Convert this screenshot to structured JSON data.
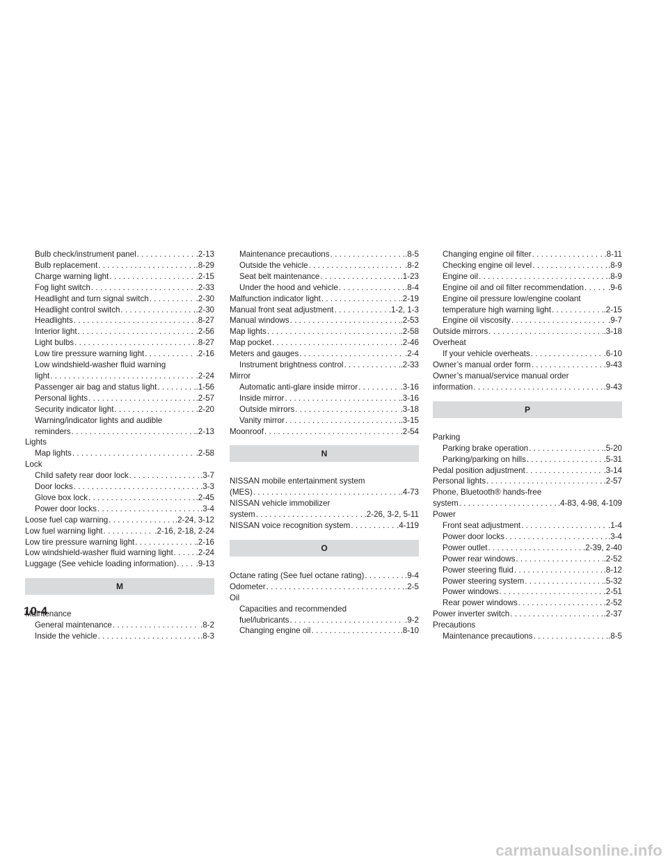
{
  "columns": [
    [
      {
        "t": "e",
        "i": 1,
        "l": "Bulb check/instrument panel",
        "p": ".2-13"
      },
      {
        "t": "e",
        "i": 1,
        "l": "Bulb replacement",
        "p": ".8-29"
      },
      {
        "t": "e",
        "i": 1,
        "l": "Charge warning light",
        "p": ".2-15"
      },
      {
        "t": "e",
        "i": 1,
        "l": "Fog light switch",
        "p": ".2-33"
      },
      {
        "t": "e",
        "i": 1,
        "l": "Headlight and turn signal switch",
        "p": ".2-30"
      },
      {
        "t": "e",
        "i": 1,
        "l": "Headlight control switch",
        "p": ".2-30"
      },
      {
        "t": "e",
        "i": 1,
        "l": "Headlights",
        "p": ".8-27"
      },
      {
        "t": "e",
        "i": 1,
        "l": "Interior light",
        "p": ".2-56"
      },
      {
        "t": "e",
        "i": 1,
        "l": "Light bulbs",
        "p": ".8-27"
      },
      {
        "t": "e",
        "i": 1,
        "l": "Low tire pressure warning light",
        "p": ".2-16"
      },
      {
        "t": "e",
        "i": 1,
        "l": "Low windshield-washer fluid warning"
      },
      {
        "t": "e",
        "i": 1,
        "l": "light",
        "p": ".2-24"
      },
      {
        "t": "e",
        "i": 1,
        "l": "Passenger air bag and status light",
        "p": ".1-56"
      },
      {
        "t": "e",
        "i": 1,
        "l": "Personal lights",
        "p": ".2-57"
      },
      {
        "t": "e",
        "i": 1,
        "l": "Security indicator light",
        "p": ".2-20"
      },
      {
        "t": "e",
        "i": 1,
        "l": "Warning/indicator lights and audible"
      },
      {
        "t": "e",
        "i": 1,
        "l": "reminders",
        "p": ".2-13"
      },
      {
        "t": "e",
        "i": 0,
        "l": "Lights"
      },
      {
        "t": "e",
        "i": 1,
        "l": "Map lights",
        "p": ".2-58"
      },
      {
        "t": "e",
        "i": 0,
        "l": "Lock"
      },
      {
        "t": "e",
        "i": 1,
        "l": "Child safety rear door lock",
        "p": ".3-7"
      },
      {
        "t": "e",
        "i": 1,
        "l": "Door locks",
        "p": ".3-3"
      },
      {
        "t": "e",
        "i": 1,
        "l": "Glove box lock",
        "p": ".2-45"
      },
      {
        "t": "e",
        "i": 1,
        "l": "Power door locks",
        "p": ".3-4"
      },
      {
        "t": "e",
        "i": 0,
        "l": "Loose fuel cap warning",
        "p": ".2-24, 3-12"
      },
      {
        "t": "e",
        "i": 0,
        "l": "Low fuel warning light",
        "p": ".2-16, 2-18, 2-24"
      },
      {
        "t": "e",
        "i": 0,
        "l": "Low tire pressure warning light",
        "p": ".2-16"
      },
      {
        "t": "e",
        "i": 0,
        "l": "Low windshield-washer fluid warning light",
        "p": ".2-24"
      },
      {
        "t": "e",
        "i": 0,
        "l": "Luggage (See vehicle loading information)",
        "p": ".9-13"
      },
      {
        "t": "h",
        "l": "M"
      },
      {
        "t": "e",
        "i": 0,
        "l": "Maintenance"
      },
      {
        "t": "e",
        "i": 1,
        "l": "General maintenance",
        "p": ".8-2"
      },
      {
        "t": "e",
        "i": 1,
        "l": "Inside the vehicle",
        "p": ".8-3"
      }
    ],
    [
      {
        "t": "e",
        "i": 1,
        "l": "Maintenance precautions",
        "p": ".8-5"
      },
      {
        "t": "e",
        "i": 1,
        "l": "Outside the vehicle",
        "p": ".8-2"
      },
      {
        "t": "e",
        "i": 1,
        "l": "Seat belt maintenance",
        "p": ".1-23"
      },
      {
        "t": "e",
        "i": 1,
        "l": "Under the hood and vehicle",
        "p": ".8-4"
      },
      {
        "t": "e",
        "i": 0,
        "l": "Malfunction indicator light",
        "p": ".2-19"
      },
      {
        "t": "e",
        "i": 0,
        "l": "Manual front seat adjustment",
        "p": ".1-2, 1-3"
      },
      {
        "t": "e",
        "i": 0,
        "l": "Manual windows",
        "p": ".2-53"
      },
      {
        "t": "e",
        "i": 0,
        "l": "Map lights",
        "p": ".2-58"
      },
      {
        "t": "e",
        "i": 0,
        "l": "Map pocket",
        "p": ".2-46"
      },
      {
        "t": "e",
        "i": 0,
        "l": "Meters and gauges",
        "p": ".2-4"
      },
      {
        "t": "e",
        "i": 1,
        "l": "Instrument brightness control",
        "p": ".2-33"
      },
      {
        "t": "e",
        "i": 0,
        "l": "Mirror"
      },
      {
        "t": "e",
        "i": 1,
        "l": "Automatic anti-glare inside mirror",
        "p": ".3-16"
      },
      {
        "t": "e",
        "i": 1,
        "l": "Inside mirror",
        "p": ".3-16"
      },
      {
        "t": "e",
        "i": 1,
        "l": "Outside mirrors",
        "p": ".3-18"
      },
      {
        "t": "e",
        "i": 1,
        "l": "Vanity mirror",
        "p": ".3-15"
      },
      {
        "t": "e",
        "i": 0,
        "l": "Moonroof",
        "p": ".2-54"
      },
      {
        "t": "h",
        "l": "N"
      },
      {
        "t": "e",
        "i": 0,
        "l": "NISSAN mobile entertainment system"
      },
      {
        "t": "e",
        "i": 0,
        "l": "(MES)",
        "p": ".4-73"
      },
      {
        "t": "e",
        "i": 0,
        "l": "NISSAN vehicle immobilizer"
      },
      {
        "t": "e",
        "i": 0,
        "l": "system",
        "p": ".2-26, 3-2, 5-11"
      },
      {
        "t": "e",
        "i": 0,
        "l": "NISSAN voice recognition system",
        "p": ".4-119"
      },
      {
        "t": "h",
        "l": "O"
      },
      {
        "t": "e",
        "i": 0,
        "l": "Octane rating (See fuel octane rating)",
        "p": ".9-4"
      },
      {
        "t": "e",
        "i": 0,
        "l": "Odometer",
        "p": ".2-5"
      },
      {
        "t": "e",
        "i": 0,
        "l": "Oil"
      },
      {
        "t": "e",
        "i": 1,
        "l": "Capacities and recommended"
      },
      {
        "t": "e",
        "i": 1,
        "l": "fuel/lubricants",
        "p": ".9-2"
      },
      {
        "t": "e",
        "i": 1,
        "l": "Changing engine oil",
        "p": ".8-10"
      }
    ],
    [
      {
        "t": "e",
        "i": 1,
        "l": "Changing engine oil filter",
        "p": ".8-11"
      },
      {
        "t": "e",
        "i": 1,
        "l": "Checking engine oil level",
        "p": ".8-9"
      },
      {
        "t": "e",
        "i": 1,
        "l": "Engine oil",
        "p": ".8-9"
      },
      {
        "t": "e",
        "i": 1,
        "l": "Engine oil and oil filter recommendation",
        "p": ".9-6"
      },
      {
        "t": "e",
        "i": 1,
        "l": "Engine oil pressure low/engine coolant"
      },
      {
        "t": "e",
        "i": 1,
        "l": "temperature high warning light",
        "p": ".2-15"
      },
      {
        "t": "e",
        "i": 1,
        "l": "Engine oil viscosity",
        "p": ".9-7"
      },
      {
        "t": "e",
        "i": 0,
        "l": "Outside mirrors",
        "p": ".3-18"
      },
      {
        "t": "e",
        "i": 0,
        "l": "Overheat"
      },
      {
        "t": "e",
        "i": 1,
        "l": "If your vehicle overheats",
        "p": ".6-10"
      },
      {
        "t": "e",
        "i": 0,
        "l": "Owner’s manual order form",
        "p": ".9-43"
      },
      {
        "t": "e",
        "i": 0,
        "l": "Owner’s manual/service manual order"
      },
      {
        "t": "e",
        "i": 0,
        "l": "information",
        "p": ".9-43"
      },
      {
        "t": "h",
        "l": "P"
      },
      {
        "t": "e",
        "i": 0,
        "l": "Parking"
      },
      {
        "t": "e",
        "i": 1,
        "l": "Parking brake operation",
        "p": ".5-20"
      },
      {
        "t": "e",
        "i": 1,
        "l": "Parking/parking on hills",
        "p": ".5-31"
      },
      {
        "t": "e",
        "i": 0,
        "l": "Pedal position adjustment",
        "p": ".3-14"
      },
      {
        "t": "e",
        "i": 0,
        "l": "Personal lights",
        "p": ".2-57"
      },
      {
        "t": "e",
        "i": 0,
        "l": "Phone, Bluetooth® hands-free"
      },
      {
        "t": "e",
        "i": 0,
        "l": "system",
        "p": ".4-83, 4-98, 4-109"
      },
      {
        "t": "e",
        "i": 0,
        "l": "Power"
      },
      {
        "t": "e",
        "i": 1,
        "l": "Front seat adjustment",
        "p": ".1-4"
      },
      {
        "t": "e",
        "i": 1,
        "l": "Power door locks",
        "p": ".3-4"
      },
      {
        "t": "e",
        "i": 1,
        "l": "Power outlet",
        "p": ".2-39, 2-40"
      },
      {
        "t": "e",
        "i": 1,
        "l": "Power rear windows",
        "p": ".2-52"
      },
      {
        "t": "e",
        "i": 1,
        "l": "Power steering fluid",
        "p": ".8-12"
      },
      {
        "t": "e",
        "i": 1,
        "l": "Power steering system",
        "p": ".5-32"
      },
      {
        "t": "e",
        "i": 1,
        "l": "Power windows",
        "p": ".2-51"
      },
      {
        "t": "e",
        "i": 1,
        "l": "Rear power windows",
        "p": ".2-52"
      },
      {
        "t": "e",
        "i": 0,
        "l": "Power inverter switch",
        "p": ".2-37"
      },
      {
        "t": "e",
        "i": 0,
        "l": "Precautions"
      },
      {
        "t": "e",
        "i": 1,
        "l": "Maintenance precautions",
        "p": ".8-5"
      }
    ]
  ],
  "page_number": "10-4",
  "watermark": "carmanualsonline.info"
}
